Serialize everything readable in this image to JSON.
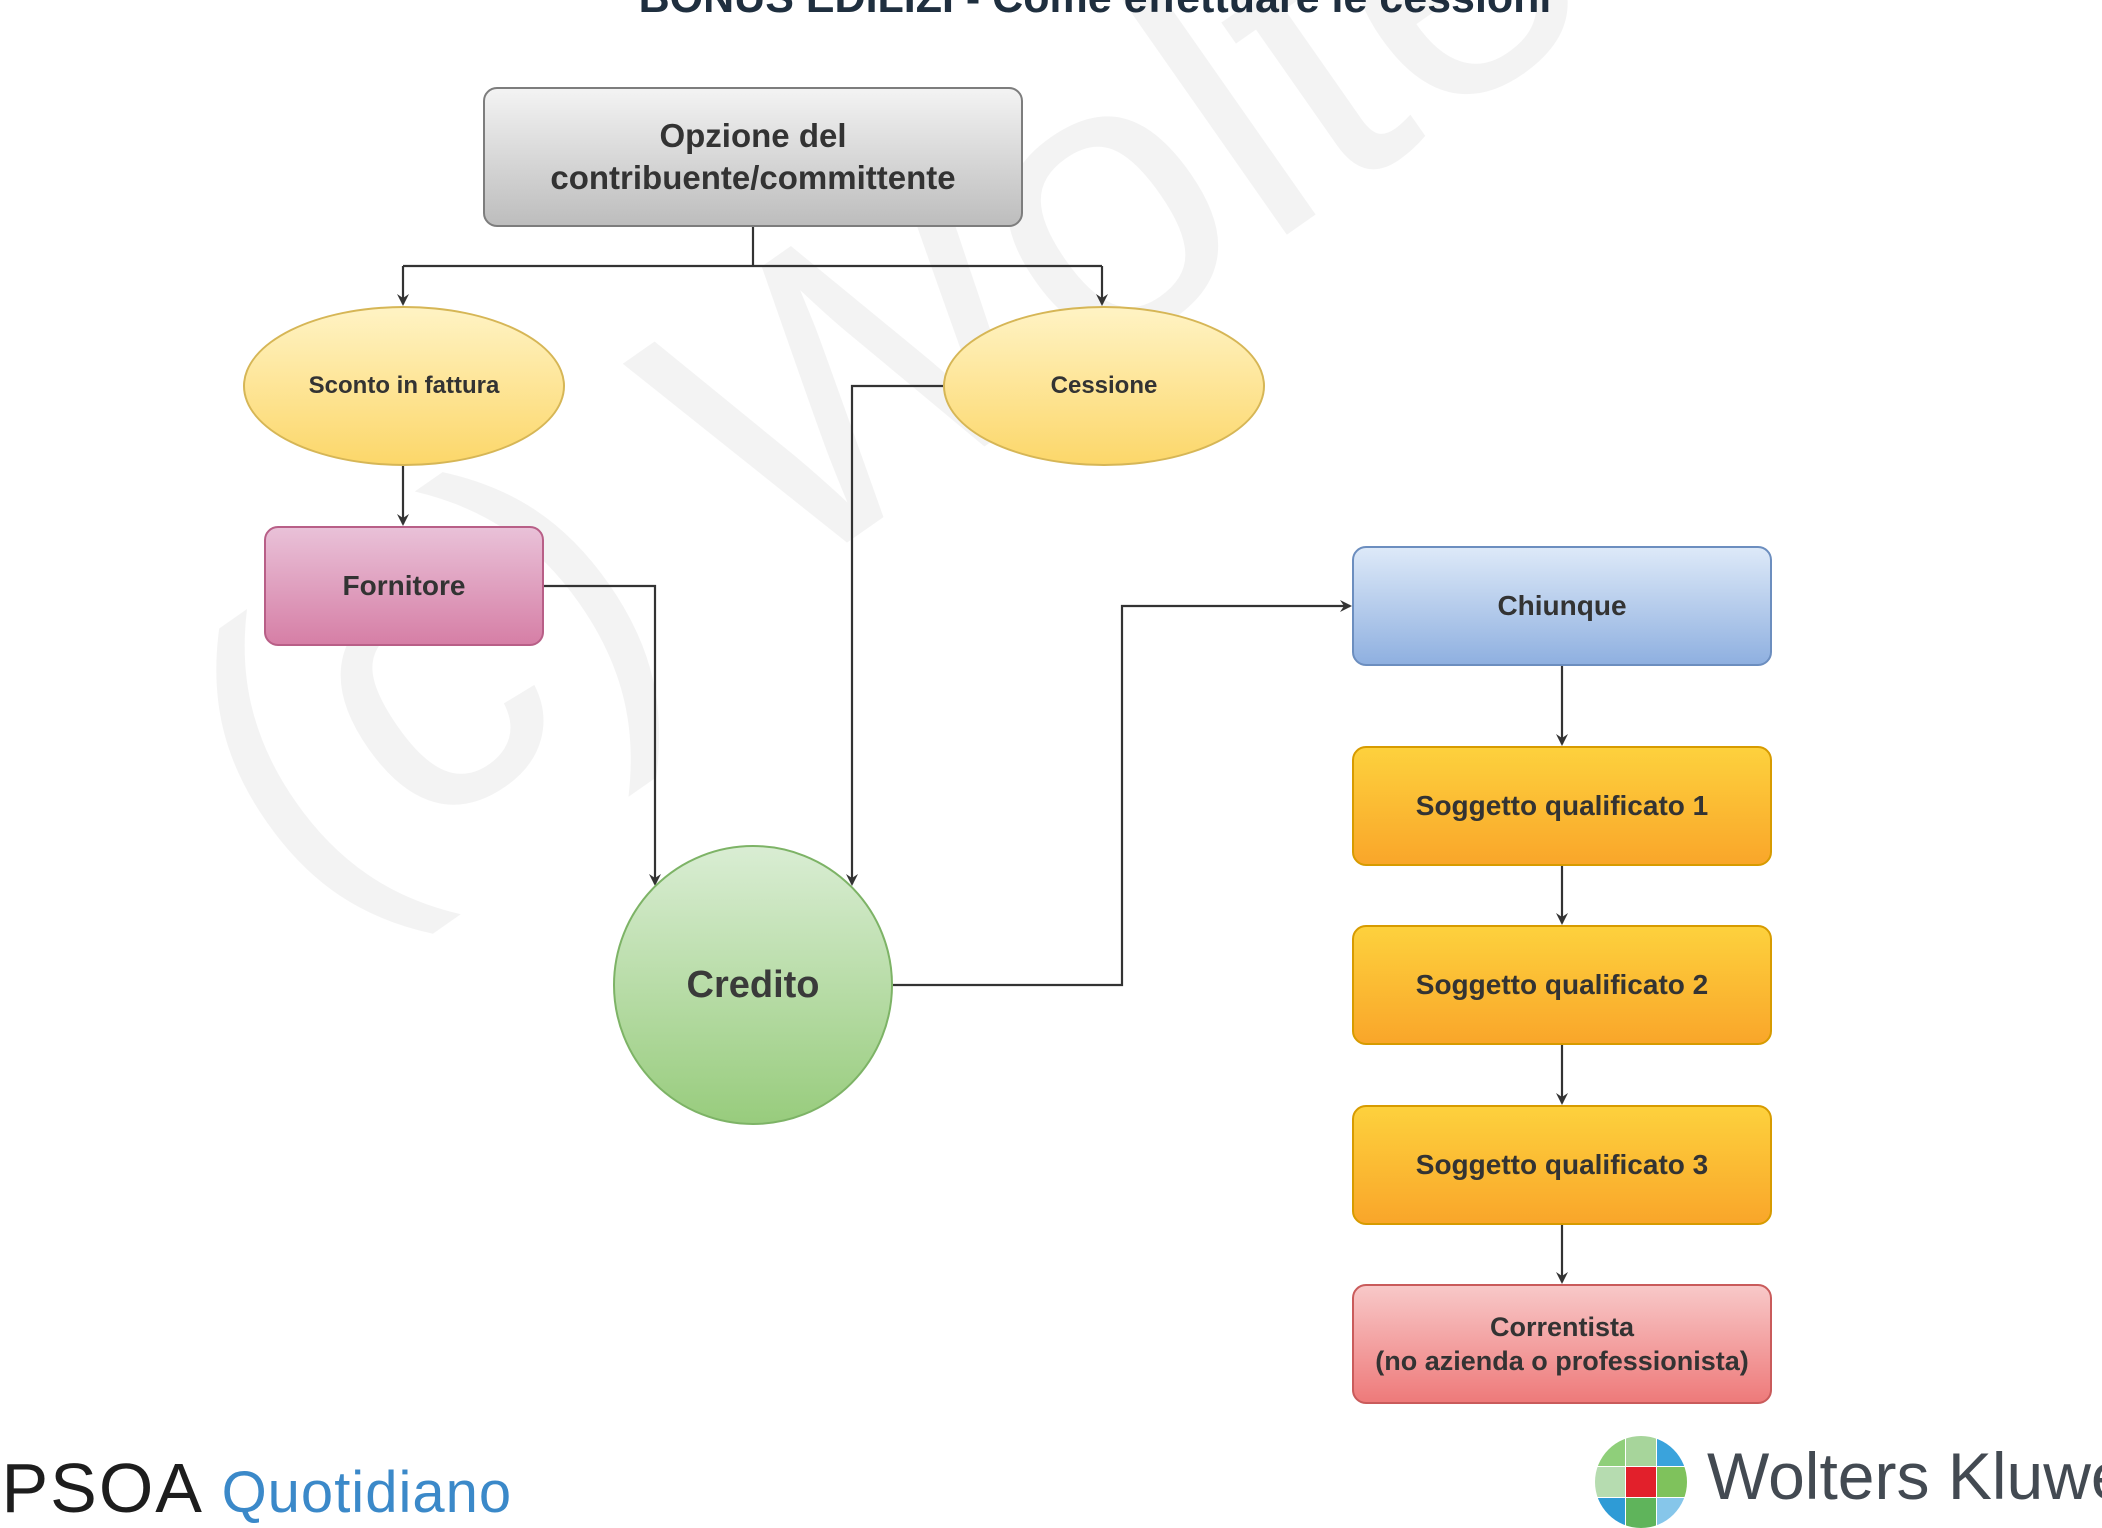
{
  "title": "BONUS EDILIZI - Come effettuare le cessioni",
  "watermark": "(c) WoltersKluwer",
  "nodes": {
    "start_line1": "Opzione del",
    "start_line2": "contribuente/committente",
    "sconto": "Sconto in fattura",
    "cessione": "Cessione",
    "fornitore": "Fornitore",
    "credito": "Credito",
    "chiunque": "Chiunque",
    "sq1": "Soggetto qualificato 1",
    "sq2": "Soggetto qualificato 2",
    "sq3": "Soggetto qualificato 3",
    "correntista_line1": "Correntista",
    "correntista_line2": "(no azienda o professionista)"
  },
  "footer": {
    "left_logo": "IPSOA",
    "left_logo_sub": "Quotidiano",
    "right_logo": "Wolters Kluwer"
  },
  "colors": {
    "connector": "#333333",
    "start": "#bdbdbd",
    "yellow": "#fcd76a",
    "fornitore": "#d67fa6",
    "credito": "#98cc7d",
    "chiunque": "#8fb0e0",
    "qualificato": "#f9a62a",
    "correntista": "#ee7a7a"
  }
}
